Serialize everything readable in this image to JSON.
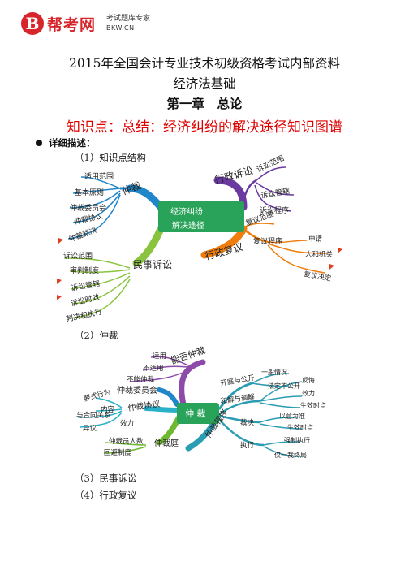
{
  "logo": {
    "mark": "B",
    "name": "帮考网",
    "tagline": "考试题库专家",
    "domain": "BKW.CN"
  },
  "doc": {
    "title1": "2015年全国会计专业技术初级资格考试内部资料",
    "title2": "经济法基础",
    "chapter": "第一章　总论",
    "topic": "知识点：总结：经济纠纷的解决途径知识图谱",
    "detail_label": "详细描述：",
    "sections": [
      "（1）知识点结构",
      "（2）仲裁",
      "（3）民事诉讼",
      "（4）行政复议"
    ]
  },
  "map1": {
    "center": [
      "经济纠纷",
      "解决途径"
    ],
    "branches": {
      "arbitration": {
        "label": "仲裁",
        "leaves": [
          "适用范围",
          "基本原则",
          "仲裁委员会",
          "仲裁协议",
          "仲裁裁决"
        ]
      },
      "admin_litigation": {
        "label": "行政诉讼",
        "leaves": [
          "诉讼范围",
          "诉讼管辖",
          "诉讼程序"
        ]
      },
      "admin_review": {
        "label": "行政复议",
        "leaves": [
          "复议范围",
          "复议程序"
        ],
        "sub_leaves": [
          "申请",
          "人和机关",
          "复议决定"
        ]
      },
      "civil_litigation": {
        "label": "民事诉讼",
        "leaves": [
          "诉讼范围",
          "审判制度",
          "诉讼管辖",
          "诉讼时效",
          "判决和执行"
        ]
      }
    }
  },
  "map2": {
    "center": "仲 裁",
    "branches": {
      "can_arbitrate": {
        "label": "能否仲裁",
        "leaves": [
          "适用",
          "不适用",
          "不能仲裁"
        ]
      },
      "committee": {
        "label": "仲裁委员会"
      },
      "agreement": {
        "label": "仲裁协议",
        "leaves": [
          "要式行为",
          "内容",
          "效力"
        ],
        "sub_leaves": [
          "与合同关系",
          "异议"
        ]
      },
      "tribunal": {
        "label": "仲裁庭",
        "leaves": [
          "仲裁员人数",
          "回避制度"
        ]
      },
      "procedure": {
        "label": "仲裁程序",
        "leaves": [
          "开庭与公开",
          "和解与调解",
          "裁决",
          "执行"
        ],
        "sub_leaves": [
          "一般情况",
          "法定不公开",
          "反悔",
          "效力",
          "生效时点",
          "以意为准",
          "生效时点",
          "强制执行",
          "仅一裁终局"
        ]
      }
    }
  },
  "colors": {
    "red": "#e00000",
    "brand": "#d7252c",
    "center_green": "#2aa35a"
  }
}
